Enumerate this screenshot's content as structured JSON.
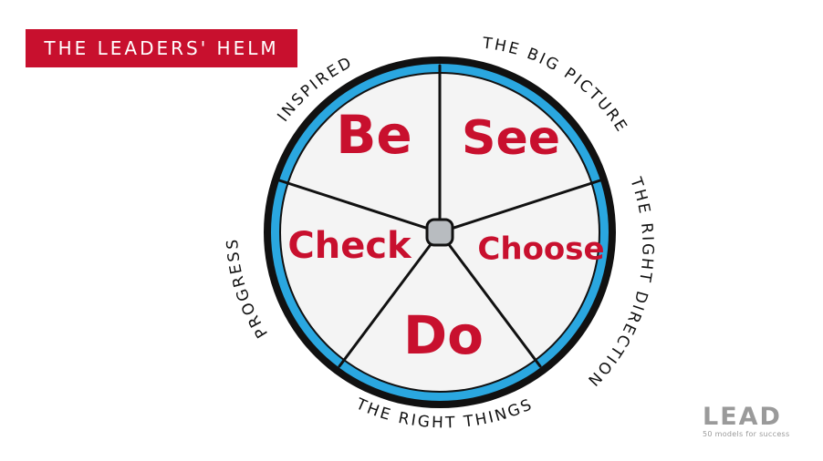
{
  "title": "THE LEADERS' HELM",
  "segments": {
    "be": "Be",
    "see": "See",
    "choose": "Choose",
    "do": "Do",
    "check": "Check"
  },
  "ring_labels": {
    "inspired": "INSPIRED",
    "big_picture": "THE BIG PICTURE",
    "right_direction": "THE RIGHT DIRECTION",
    "right_things": "THE RIGHT THINGS",
    "progress": "PROGRESS"
  },
  "logo": {
    "name": "LEAD",
    "tagline": "50 models for success"
  },
  "colors": {
    "banner": "#c8102e",
    "label": "#c8102e",
    "ring": "#2aa7e0",
    "hub": "#b8bcc0",
    "outline": "#111111",
    "logo": "#9a9a9a"
  }
}
